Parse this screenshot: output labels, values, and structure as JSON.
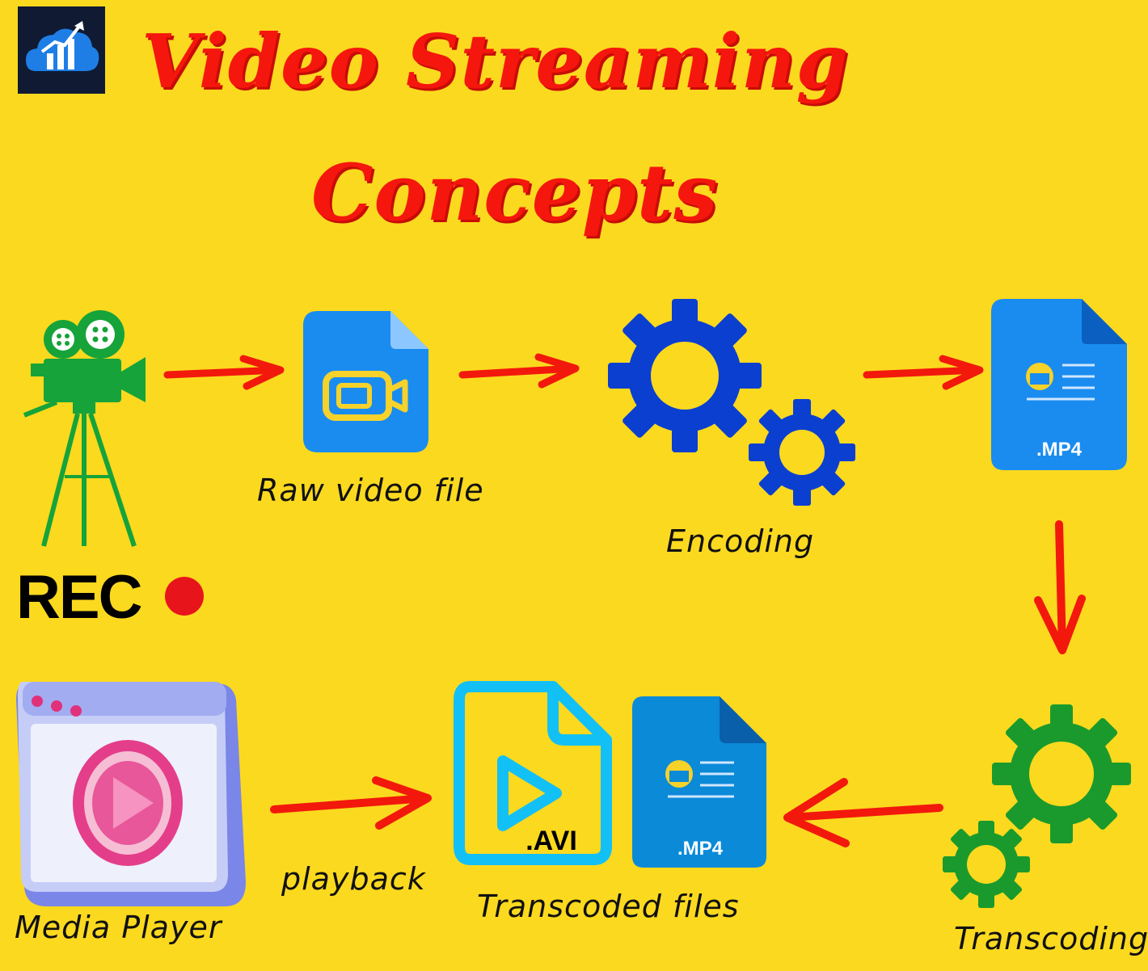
{
  "title": {
    "line1": "Video Streaming",
    "line2": "Concepts"
  },
  "logo": {
    "icon": "cloud-chart-logo"
  },
  "colors": {
    "background": "#fbd91f",
    "title": "#f5170d",
    "arrow": "#f2180c",
    "camera": "#16a33a",
    "encoding_gear": "#0b3fd0",
    "transcoding_gear": "#1a9a2c",
    "file_blue": "#1a8cf0"
  },
  "nodes": {
    "camera": {
      "rec_label": "REC",
      "icon": "movie-camera-icon"
    },
    "raw_file": {
      "label": "Raw video file",
      "icon": "video-file-icon"
    },
    "encoding": {
      "label": "Encoding",
      "icon": "gears-icon"
    },
    "mp4_file": {
      "ext": ".MP4",
      "icon": "mp4-file-icon"
    },
    "transcoding": {
      "label": "Transcoding",
      "icon": "gears-icon"
    },
    "transcoded": {
      "label": "Transcoded files",
      "avi_ext": ".AVI",
      "mp4_ext": ".MP4"
    },
    "player": {
      "label": "Media Player",
      "icon": "media-player-icon"
    }
  },
  "edges": {
    "playback_label": "playback"
  }
}
